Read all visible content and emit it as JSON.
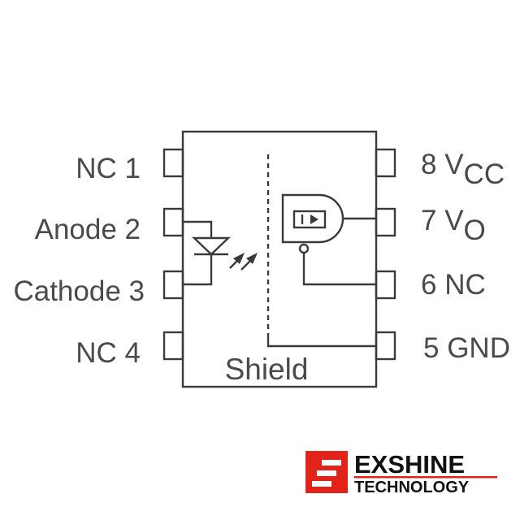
{
  "pins": {
    "nc1": "NC 1",
    "anode2": "Anode 2",
    "cathode3": "Cathode 3",
    "nc4": "NC 4",
    "vcc8_num": "8 V",
    "vcc8_sub": "CC",
    "vo7_num": "7 V",
    "vo7_sub": "O",
    "nc6": "6 NC",
    "gnd5": "5 GND"
  },
  "shield_label": "Shield",
  "logo": {
    "name": "EXSHINE",
    "subtitle": "TECHNOLOGY",
    "accent_color": "#e2231a"
  },
  "colors": {
    "line": "#3a3a3a",
    "text": "#4a4a4a"
  }
}
